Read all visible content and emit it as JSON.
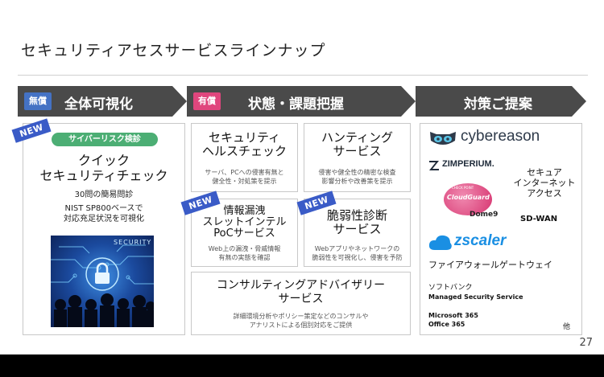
{
  "title": "セキュリティアセスサービスラインナップ",
  "colors": {
    "free_tag": "#4472c4",
    "paid_tag": "#e0467d",
    "arrow": "#4a4a4a",
    "pill": "#4cae74",
    "new": "#3a5bc7"
  },
  "stages": [
    {
      "tag": "無償",
      "label": "全体可視化"
    },
    {
      "tag": "有償",
      "label": "状態・課題把握"
    },
    {
      "label": "対策ご提案"
    }
  ],
  "new_label": "NEW",
  "left": {
    "pill": "サイバーリスク検診",
    "title_1": "クイック",
    "title_2": "セキュリティチェック",
    "desc_1": "30問の簡易問診",
    "desc_2": "NIST SP800ベースで",
    "desc_3": "対応充足状況を可視化",
    "image_text": "SECURITY"
  },
  "mid": {
    "health_1": "セキュリティ",
    "health_2": "ヘルスチェック",
    "health_d1": "サーバ、PCへの侵害有無と",
    "health_d2": "健全性・対処策を提示",
    "hunt_1": "ハンティング",
    "hunt_2": "サービス",
    "hunt_d1": "侵害や健全性の精密な検査",
    "hunt_d2": "影響分析や改善策を提示",
    "leak_1": "情報漏洩",
    "leak_2": "スレットインテル",
    "leak_3": "PoCサービス",
    "leak_d1": "Web上の漏洩・脅威情報",
    "leak_d2": "有無の実態を確認",
    "vuln_1": "脆弱性診断",
    "vuln_2": "サービス",
    "vuln_d1": "Webアプリやネットワークの",
    "vuln_d2": "脆弱性を可視化し、侵害を予防",
    "consult_1": "コンサルティングアドバイザリー",
    "consult_2": "サービス",
    "consult_d1": "詳細環境分析やポリシー策定などのコンサルや",
    "consult_d2": "アナリストによる個別対応をご提供"
  },
  "right": {
    "cybereason": "cybereason",
    "zimperium": "ZIMPERIUM.",
    "secure_1": "セキュア",
    "secure_2": "インターネット",
    "secure_3": "アクセス",
    "checkpoint": "CHECK POINT",
    "cloudguard": "CloudGuard",
    "dome9": "Dome9",
    "sdwan": "SD-WAN",
    "zscaler": "zscaler",
    "firewall": "ファイアウォールゲートウェイ",
    "softbank": "ソフトバンク",
    "mss": "Managed Security Service",
    "ms365": "Microsoft 365",
    "office365": "Office 365",
    "other": "他"
  },
  "page_number": "27"
}
